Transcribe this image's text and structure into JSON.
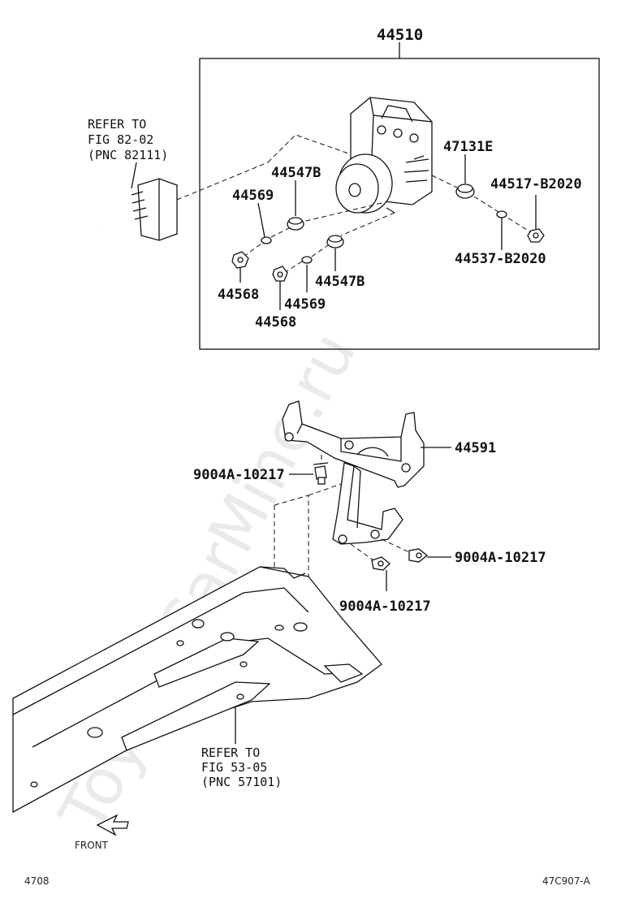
{
  "watermark": "ToyotaCarMine.ru",
  "callouts": {
    "assembly": "44510",
    "ref_fig_82_l1": "REFER TO",
    "ref_fig_82_l2": "FIG 82-02",
    "ref_fig_82_l3": "(PNC 82111)",
    "p47131e": "47131E",
    "p44547b_top": "44547B",
    "p44569_top": "44569",
    "p44517": "44517-B2020",
    "p44537": "44537-B2020",
    "p44568_left": "44568",
    "p44547b_bottom": "44547B",
    "p44569_bottom": "44569",
    "p44568_bottom": "44568",
    "p44591": "44591",
    "bolt_left": "9004A-10217",
    "bolt_right": "9004A-10217",
    "bolt_bottom": "9004A-10217",
    "ref_fig_53_l1": "REFER TO",
    "ref_fig_53_l2": "FIG 53-05",
    "ref_fig_53_l3": "(PNC 57101)",
    "front": "FRONT"
  },
  "footer": {
    "page_code": "4708",
    "figure_code": "47C907-A"
  }
}
